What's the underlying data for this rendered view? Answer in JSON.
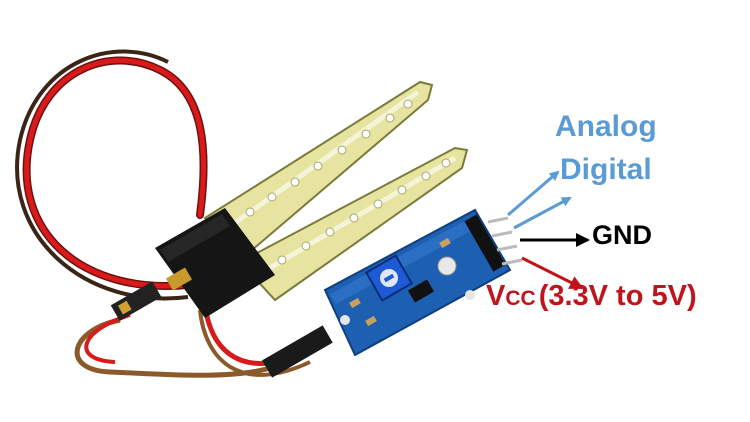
{
  "labels": {
    "analog": "Analog",
    "digital": "Digital",
    "gnd": "GND",
    "vcc_main": "V",
    "vcc_sub": "CC",
    "vcc_range": "(3.3V to 5V)"
  },
  "colors": {
    "analog": "#5b9bd5",
    "digital": "#5b9bd5",
    "gnd": "#000000",
    "vcc": "#c0141c",
    "probe_fr4": "#e2e29a",
    "probe_outline": "#7a7a3a",
    "pcb": "#1d5fb0",
    "wire_red": "#d81a1a",
    "wire_brown": "#8b5a2b",
    "potentiometer": "#1e5ad6"
  },
  "icons": [
    "arrow-analog-icon",
    "arrow-digital-icon",
    "arrow-gnd-icon",
    "arrow-vcc-icon"
  ]
}
